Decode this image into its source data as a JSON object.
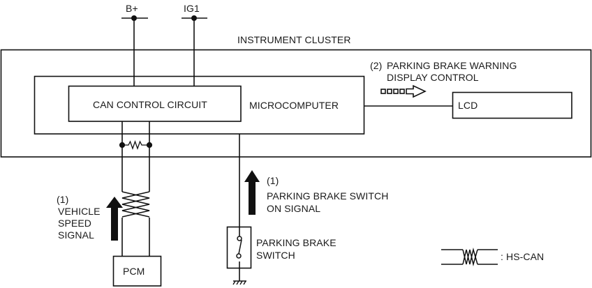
{
  "title": "Parking brake warning system wiring diagram",
  "power": {
    "b_plus": "B+",
    "ig1": "IG1"
  },
  "blocks": {
    "instrument_cluster": "INSTRUMENT CLUSTER",
    "microcomputer": "MICROCOMPUTER",
    "can_control_circuit": "CAN CONTROL CIRCUIT",
    "lcd": "LCD",
    "pcm": "PCM",
    "parking_brake_switch": [
      "PARKING BRAKE",
      "SWITCH"
    ]
  },
  "signals": {
    "vehicle_speed": {
      "number": "(1)",
      "lines": [
        "VEHICLE",
        "SPEED",
        "SIGNAL"
      ]
    },
    "parking_brake_switch_on": {
      "number": "(1)",
      "lines": [
        "PARKING BRAKE SWITCH",
        "ON SIGNAL"
      ]
    },
    "warning_display_control": {
      "number": "(2)",
      "lines": [
        "PARKING BRAKE WARNING",
        "DISPLAY CONTROL"
      ]
    }
  },
  "legend": {
    "hs_can": ": HS-CAN"
  },
  "icons": [
    "power-terminal-icon",
    "resistor-icon",
    "twisted-pair-icon",
    "signal-arrow-icon",
    "control-arrow-icon",
    "switch-icon",
    "ground-icon"
  ]
}
